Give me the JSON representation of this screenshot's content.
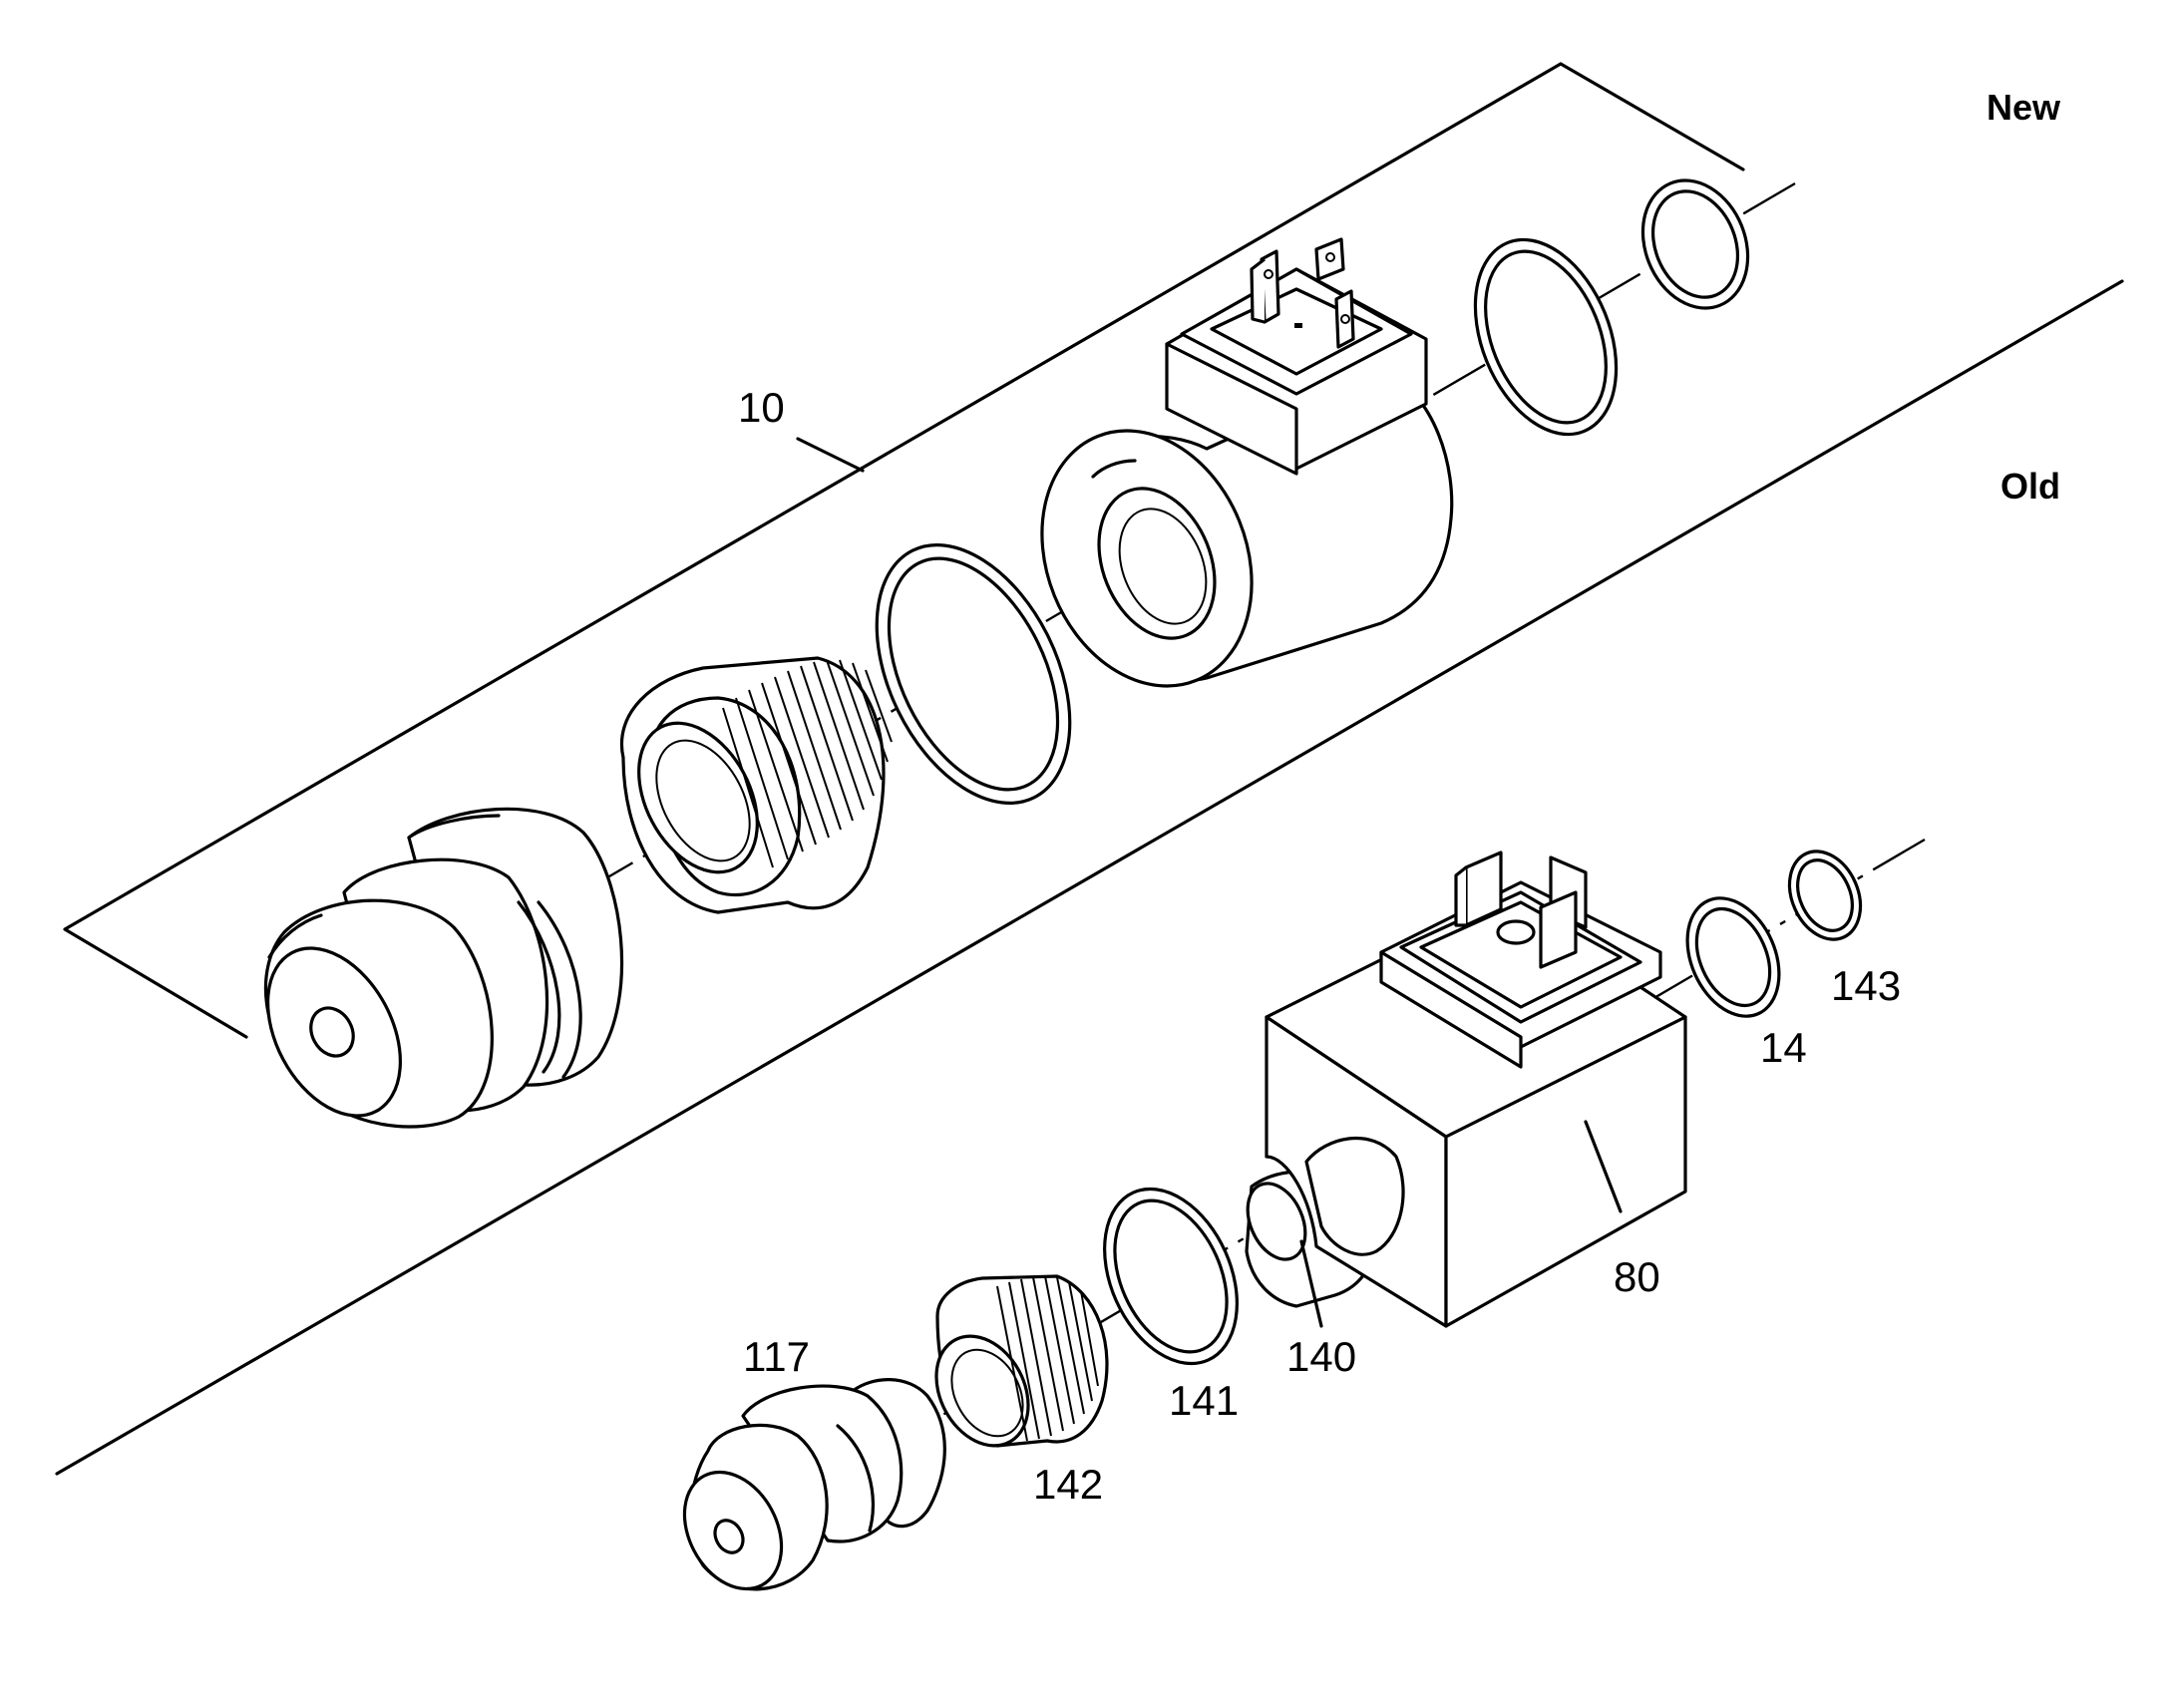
{
  "sections": {
    "new": "New",
    "old": "Old"
  },
  "callouts": {
    "c10": "10",
    "c14": "14",
    "c80": "80",
    "c117": "117",
    "c140": "140",
    "c141": "141",
    "c142": "142",
    "c143": "143"
  }
}
